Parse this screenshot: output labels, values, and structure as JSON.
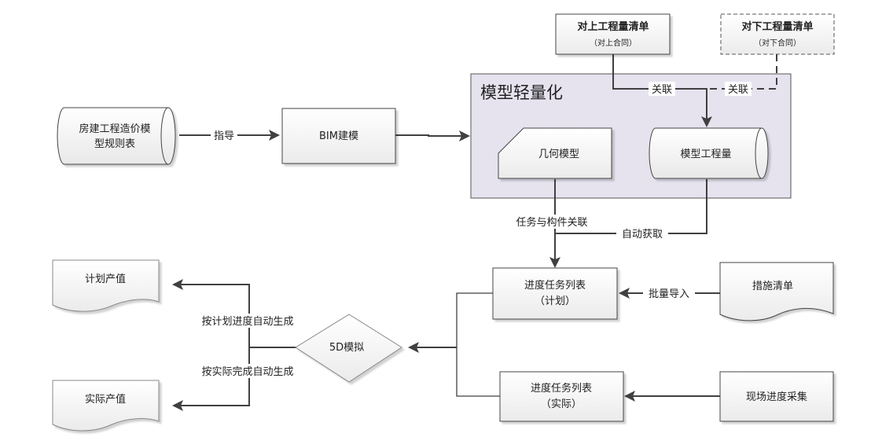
{
  "diagram": {
    "container": {
      "title": "模型轻量化",
      "fill": "#e6e3ef"
    },
    "nodes": {
      "rules_table": {
        "label_line1": "房建工程造价模",
        "label_line2": "型规则表",
        "shape": "cylinder-horizontal"
      },
      "bim_modeling": {
        "label": "BIM建模",
        "shape": "rectangle"
      },
      "upper_bill": {
        "title": "对上工程量清单",
        "subtitle": "（对上合同）",
        "shape": "rectangle"
      },
      "lower_bill": {
        "title": "对下工程量清单",
        "subtitle": "（对下合同）",
        "shape": "rectangle-dashed"
      },
      "geometry_model": {
        "label": "几何模型",
        "shape": "card"
      },
      "model_quantity": {
        "label": "模型工程量",
        "shape": "cylinder-horizontal"
      },
      "plan_task_list": {
        "label_line1": "进度任务列表",
        "label_line2": "（计划）",
        "shape": "rectangle"
      },
      "measures_list": {
        "label": "措施清单",
        "shape": "document"
      },
      "actual_task_list": {
        "label_line1": "进度任务列表",
        "label_line2": "（实际）",
        "shape": "rectangle"
      },
      "site_progress": {
        "label": "现场进度采集",
        "shape": "rectangle"
      },
      "sim_5d": {
        "label": "5D模拟",
        "shape": "diamond"
      },
      "planned_output": {
        "label": "计划产值",
        "shape": "document"
      },
      "actual_output": {
        "label": "实际产值",
        "shape": "document"
      }
    },
    "edges": {
      "guide": "指导",
      "link_upper": "关联",
      "link_lower": "关联",
      "task_component_link": "任务与构件关联",
      "auto_fetch": "自动获取",
      "batch_import": "批量导入",
      "gen_by_plan": "按计划进度自动生成",
      "gen_by_actual": "按实际完成自动生成"
    },
    "colors": {
      "line": "#404040",
      "box_fill_top": "#ffffff",
      "box_fill_bottom": "#ececec",
      "container_fill": "#e6e3ef"
    }
  }
}
